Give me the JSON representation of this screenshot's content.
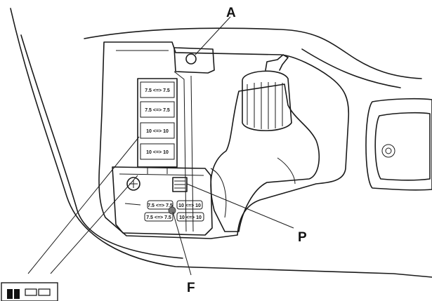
{
  "callouts": {
    "a": "A",
    "p": "P",
    "f": "F"
  },
  "fuses": {
    "column": [
      "7.5 <=> 7.5",
      "7.5 <=> 7.5",
      "10 <=> 10",
      "10 <=> 10"
    ],
    "cover": [
      "7.5 <=> 7.5",
      "10 <=> 10",
      "7.5 <=> 7.5",
      "10 <=> 10"
    ]
  },
  "corner_badge": "■■ □□"
}
